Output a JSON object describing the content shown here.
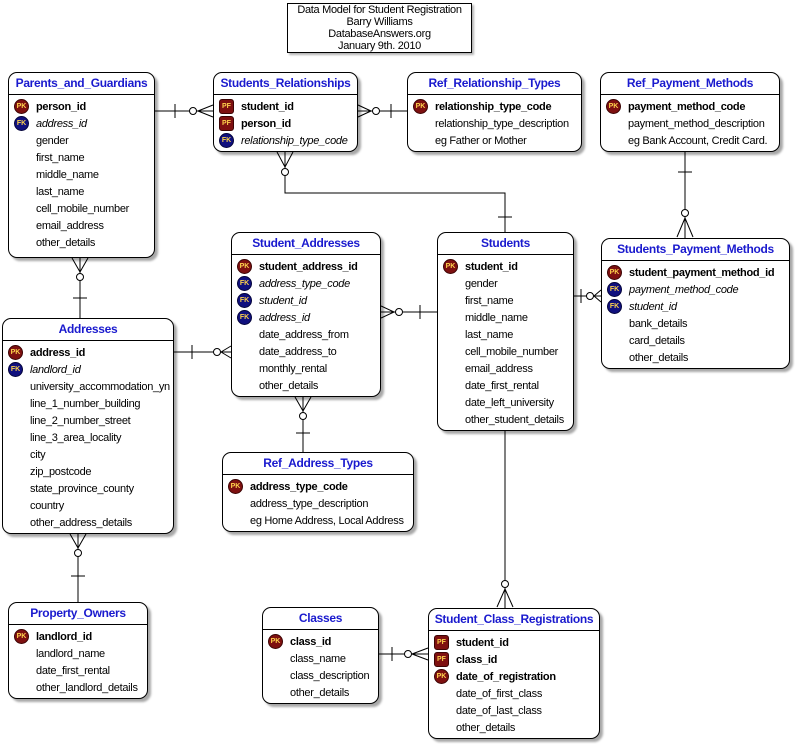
{
  "header": {
    "line1": "Data Model for Student Registration",
    "line2": "Barry Williams",
    "line3": "DatabaseAnswers.org",
    "line4": "January 9th. 2010"
  },
  "colors": {
    "entity_title_text": "#1a1ace",
    "pk_badge": "#7e1010",
    "fk_badge": "#10107e",
    "badge_letters": "#ffd34d",
    "box_border": "#000000",
    "box_shadow": "#a8a8a8",
    "relationship_line": "#000000",
    "background": "#ffffff"
  },
  "entities": [
    {
      "id": "parents_and_guardians",
      "title": "Parents_and_Guardians",
      "fields": [
        {
          "key": "PK",
          "name": "person_id",
          "emph": "pk"
        },
        {
          "key": "FK",
          "name": "address_id",
          "emph": "fk"
        },
        {
          "key": "",
          "name": "gender",
          "emph": ""
        },
        {
          "key": "",
          "name": "first_name",
          "emph": ""
        },
        {
          "key": "",
          "name": "middle_name",
          "emph": ""
        },
        {
          "key": "",
          "name": "last_name",
          "emph": ""
        },
        {
          "key": "",
          "name": "cell_mobile_number",
          "emph": ""
        },
        {
          "key": "",
          "name": "email_address",
          "emph": ""
        },
        {
          "key": "",
          "name": "other_details",
          "emph": ""
        }
      ]
    },
    {
      "id": "students_relationships",
      "title": "Students_Relationships",
      "fields": [
        {
          "key": "PF",
          "name": "student_id",
          "emph": "pk"
        },
        {
          "key": "PF",
          "name": "person_id",
          "emph": "pk"
        },
        {
          "key": "FK",
          "name": "relationship_type_code",
          "emph": "fk"
        }
      ]
    },
    {
      "id": "ref_relationship_types",
      "title": "Ref_Relationship_Types",
      "fields": [
        {
          "key": "PK",
          "name": "relationship_type_code",
          "emph": "pk"
        },
        {
          "key": "",
          "name": "relationship_type_description",
          "emph": ""
        },
        {
          "key": "",
          "name": "eg Father or Mother",
          "emph": ""
        }
      ]
    },
    {
      "id": "ref_payment_methods",
      "title": "Ref_Payment_Methods",
      "fields": [
        {
          "key": "PK",
          "name": "payment_method_code",
          "emph": "pk"
        },
        {
          "key": "",
          "name": "payment_method_description",
          "emph": ""
        },
        {
          "key": "",
          "name": "eg Bank Account, Credit Card.",
          "emph": ""
        }
      ]
    },
    {
      "id": "student_addresses",
      "title": "Student_Addresses",
      "fields": [
        {
          "key": "PK",
          "name": "student_address_id",
          "emph": "pk"
        },
        {
          "key": "FK",
          "name": "address_type_code",
          "emph": "fk"
        },
        {
          "key": "FK",
          "name": "student_id",
          "emph": "fk"
        },
        {
          "key": "FK",
          "name": "address_id",
          "emph": "fk"
        },
        {
          "key": "",
          "name": "date_address_from",
          "emph": ""
        },
        {
          "key": "",
          "name": "date_address_to",
          "emph": ""
        },
        {
          "key": "",
          "name": "monthly_rental",
          "emph": ""
        },
        {
          "key": "",
          "name": "other_details",
          "emph": ""
        }
      ]
    },
    {
      "id": "students",
      "title": "Students",
      "fields": [
        {
          "key": "PK",
          "name": "student_id",
          "emph": "pk"
        },
        {
          "key": "",
          "name": "gender",
          "emph": ""
        },
        {
          "key": "",
          "name": "first_name",
          "emph": ""
        },
        {
          "key": "",
          "name": "middle_name",
          "emph": ""
        },
        {
          "key": "",
          "name": "last_name",
          "emph": ""
        },
        {
          "key": "",
          "name": "cell_mobile_number",
          "emph": ""
        },
        {
          "key": "",
          "name": "email_address",
          "emph": ""
        },
        {
          "key": "",
          "name": "date_first_rental",
          "emph": ""
        },
        {
          "key": "",
          "name": "date_left_university",
          "emph": ""
        },
        {
          "key": "",
          "name": "other_student_details",
          "emph": ""
        }
      ]
    },
    {
      "id": "students_payment_methods",
      "title": "Students_Payment_Methods",
      "fields": [
        {
          "key": "PK",
          "name": "student_payment_method_id",
          "emph": "pk"
        },
        {
          "key": "FK",
          "name": "payment_method_code",
          "emph": "fk"
        },
        {
          "key": "FK",
          "name": "student_id",
          "emph": "fk"
        },
        {
          "key": "",
          "name": "bank_details",
          "emph": ""
        },
        {
          "key": "",
          "name": "card_details",
          "emph": ""
        },
        {
          "key": "",
          "name": "other_details",
          "emph": ""
        }
      ]
    },
    {
      "id": "addresses",
      "title": "Addresses",
      "fields": [
        {
          "key": "PK",
          "name": "address_id",
          "emph": "pk"
        },
        {
          "key": "FK",
          "name": "landlord_id",
          "emph": "fk"
        },
        {
          "key": "",
          "name": "university_accommodation_yn",
          "emph": ""
        },
        {
          "key": "",
          "name": "line_1_number_building",
          "emph": ""
        },
        {
          "key": "",
          "name": "line_2_number_street",
          "emph": ""
        },
        {
          "key": "",
          "name": "line_3_area_locality",
          "emph": ""
        },
        {
          "key": "",
          "name": "city",
          "emph": ""
        },
        {
          "key": "",
          "name": "zip_postcode",
          "emph": ""
        },
        {
          "key": "",
          "name": "state_province_county",
          "emph": ""
        },
        {
          "key": "",
          "name": "country",
          "emph": ""
        },
        {
          "key": "",
          "name": "other_address_details",
          "emph": ""
        }
      ]
    },
    {
      "id": "ref_address_types",
      "title": "Ref_Address_Types",
      "fields": [
        {
          "key": "PK",
          "name": "address_type_code",
          "emph": "pk"
        },
        {
          "key": "",
          "name": "address_type_description",
          "emph": ""
        },
        {
          "key": "",
          "name": "eg Home Address, Local Address",
          "emph": ""
        }
      ]
    },
    {
      "id": "property_owners",
      "title": "Property_Owners",
      "fields": [
        {
          "key": "PK",
          "name": "landlord_id",
          "emph": "pk"
        },
        {
          "key": "",
          "name": "landlord_name",
          "emph": ""
        },
        {
          "key": "",
          "name": "date_first_rental",
          "emph": ""
        },
        {
          "key": "",
          "name": "other_landlord_details",
          "emph": ""
        }
      ]
    },
    {
      "id": "classes",
      "title": "Classes",
      "fields": [
        {
          "key": "PK",
          "name": "class_id",
          "emph": "pk"
        },
        {
          "key": "",
          "name": "class_name",
          "emph": ""
        },
        {
          "key": "",
          "name": "class_description",
          "emph": ""
        },
        {
          "key": "",
          "name": "other_details",
          "emph": ""
        }
      ]
    },
    {
      "id": "student_class_registrations",
      "title": "Student_Class_Registrations",
      "fields": [
        {
          "key": "PF",
          "name": "student_id",
          "emph": "pk"
        },
        {
          "key": "PF",
          "name": "class_id",
          "emph": "pk"
        },
        {
          "key": "PK",
          "name": "date_of_registration",
          "emph": "pk"
        },
        {
          "key": "",
          "name": "date_of_first_class",
          "emph": ""
        },
        {
          "key": "",
          "name": "date_of_last_class",
          "emph": ""
        },
        {
          "key": "",
          "name": "other_details",
          "emph": ""
        }
      ]
    }
  ],
  "relationships": [
    {
      "one": "Parents_and_Guardians",
      "many": "Students_Relationships",
      "notation": "one to zero-or-many"
    },
    {
      "one": "Ref_Relationship_Types",
      "many": "Students_Relationships",
      "notation": "one to zero-or-many"
    },
    {
      "one": "Students",
      "many": "Students_Relationships",
      "notation": "one to zero-or-many"
    },
    {
      "one": "Ref_Payment_Methods",
      "many": "Students_Payment_Methods",
      "notation": "one to zero-or-many"
    },
    {
      "one": "Students",
      "many": "Students_Payment_Methods",
      "notation": "one to zero-or-many"
    },
    {
      "one": "Students",
      "many": "Student_Addresses",
      "notation": "one to zero-or-many"
    },
    {
      "one": "Addresses",
      "many": "Student_Addresses",
      "notation": "one to zero-or-many"
    },
    {
      "one": "Addresses",
      "many": "Parents_and_Guardians",
      "notation": "one to zero-or-many"
    },
    {
      "one": "Property_Owners",
      "many": "Addresses",
      "notation": "one to zero-or-many"
    },
    {
      "one": "Ref_Address_Types",
      "many": "Student_Addresses",
      "notation": "one to zero-or-many"
    },
    {
      "one": "Students",
      "many": "Student_Class_Registrations",
      "notation": "one to zero-or-many"
    },
    {
      "one": "Classes",
      "many": "Student_Class_Registrations",
      "notation": "one to zero-or-many"
    }
  ]
}
